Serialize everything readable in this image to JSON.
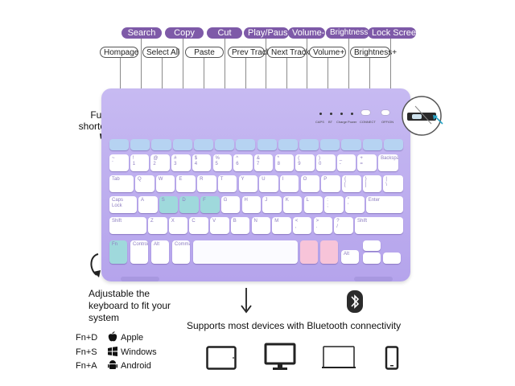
{
  "top_labels": {
    "search": "Search",
    "copy": "Copy",
    "cut": "Cut",
    "play_pause": "Play/Pause",
    "volume_down": "Volume-",
    "brightness_down": "Brightness-",
    "lock_screen": "Lock Screen"
  },
  "second_labels": {
    "homepage": "Hompage",
    "select_all": "Select All",
    "paste": "Paste",
    "prev_track": "Prev Track",
    "next_track": "Next Track",
    "volume_up": "Volume+",
    "brightness_up": "Brightness+"
  },
  "callouts": {
    "full_shortcuts": "Full\nshortcuts",
    "adjustable": "Adjustable the\nkeyboard to fit your\nsystem",
    "bluetooth": "Supports most devices with Bluetooth connectivity"
  },
  "status_leds": [
    "CAPS",
    "BT",
    "Charge",
    "Power"
  ],
  "switch_labels": [
    "CONNECT",
    "OFF/ON"
  ],
  "os_shortcuts": [
    {
      "combo": "Fn+D",
      "os": "Apple",
      "icon": "apple-icon"
    },
    {
      "combo": "Fn+S",
      "os": "Windows",
      "icon": "windows-icon"
    },
    {
      "combo": "Fn+A",
      "os": "Android",
      "icon": "android-icon"
    }
  ],
  "keys": {
    "row1": [
      "~\n`",
      "!\n1",
      "@\n2",
      "#\n3",
      "$\n4",
      "%\n5",
      "^\n6",
      "&\n7",
      "*\n8",
      "(\n9",
      ")\n0",
      "_\n-",
      "+\n=",
      "Backspace"
    ],
    "row2": [
      "Tab",
      "Q",
      "W",
      "E",
      "R",
      "T",
      "Y",
      "U",
      "I",
      "O",
      "P",
      "{\n[",
      "}\n]",
      "|\n\\"
    ],
    "row3": [
      "Caps Lock",
      "A",
      "S",
      "D",
      "F",
      "G",
      "H",
      "J",
      "K",
      "L",
      ":\n;",
      "\"\n'",
      "Enter"
    ],
    "row4": [
      "Shift",
      "Z",
      "X",
      "C",
      "V",
      "B",
      "N",
      "M",
      "<\n,",
      ">\n.",
      "?\n/",
      "Shift"
    ],
    "row5": [
      "Fn",
      "Control",
      "Alt",
      "Command",
      "",
      "",
      "",
      "Alt",
      "",
      "",
      ""
    ]
  },
  "colors": {
    "tag_purple": "#7e5aa8",
    "keyboard_body": "#b5a4ec",
    "fn_key": "#b6d3f2",
    "accent_teal": "#9fd9dc",
    "accent_pink": "#f7c4d9"
  }
}
